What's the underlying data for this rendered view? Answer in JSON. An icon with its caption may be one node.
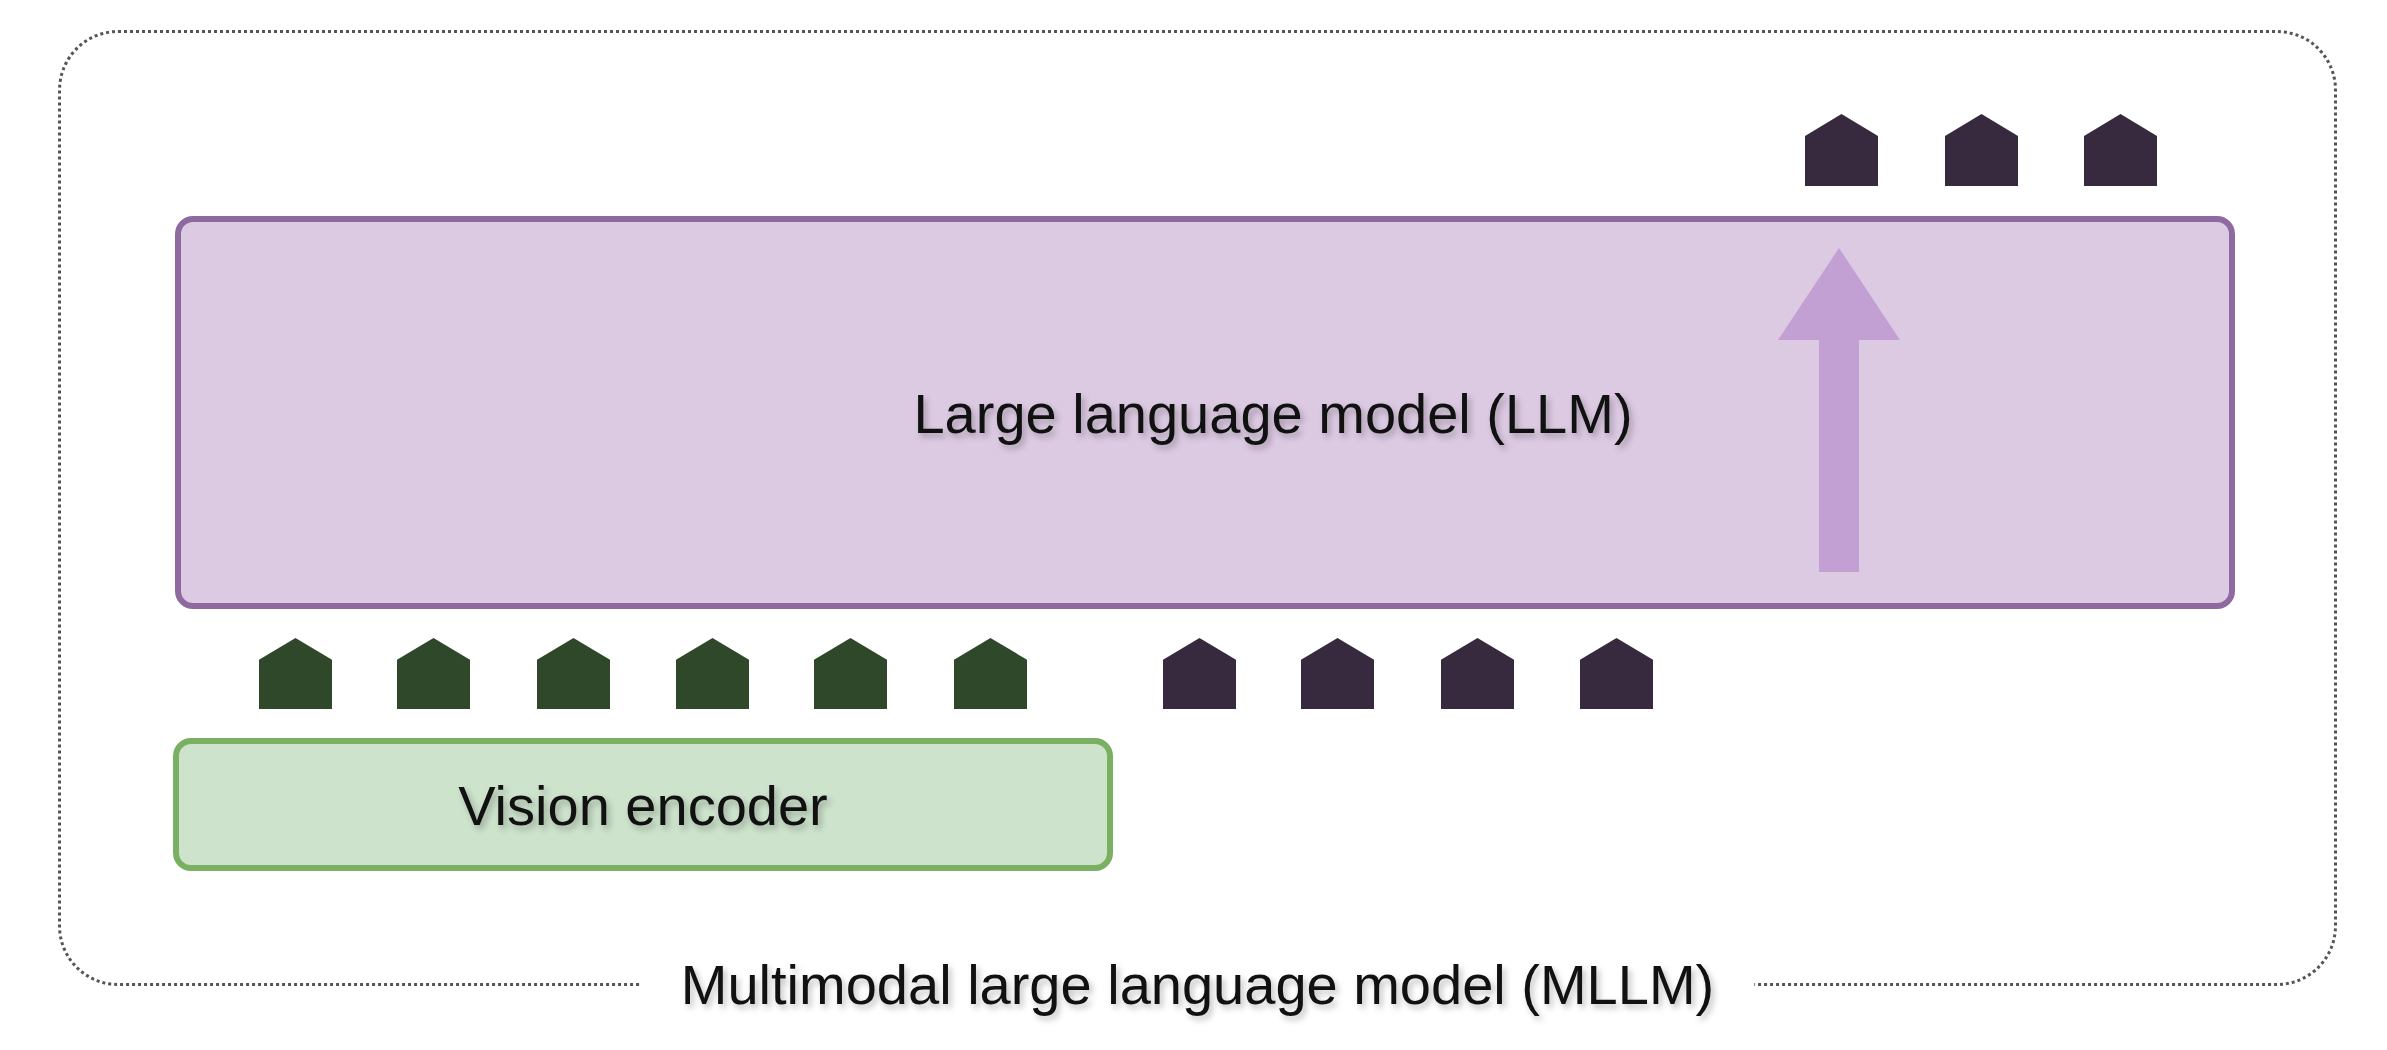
{
  "diagram": {
    "nodes": [
      {
        "text": [
          "Multimodal large language model (MLLM)"
        ]
      },
      {
        "text": [],
        "shape": "pentagon",
        "in": 0
      },
      {
        "text": [],
        "shape": "pentagon",
        "in": 0
      },
      {
        "text": [],
        "shape": "pentagon",
        "in": 0
      },
      {
        "text": [
          "Large language model (LLM)"
        ],
        "in": 0
      },
      {
        "text": [],
        "shape": "pentagon",
        "in": 0
      },
      {
        "text": [],
        "shape": "pentagon",
        "in": 0
      },
      {
        "text": [],
        "shape": "pentagon",
        "in": 0
      },
      {
        "text": [],
        "shape": "pentagon",
        "in": 0
      },
      {
        "text": [],
        "shape": "pentagon",
        "in": 0
      },
      {
        "text": [],
        "shape": "pentagon",
        "in": 0
      },
      {
        "text": [],
        "shape": "pentagon",
        "in": 0
      },
      {
        "text": [],
        "shape": "pentagon",
        "in": 0
      },
      {
        "text": [],
        "shape": "pentagon",
        "in": 0
      },
      {
        "text": [],
        "shape": "pentagon",
        "in": 0
      },
      {
        "text": [
          "Vision encoder"
        ],
        "in": 0
      }
    ]
  }
}
